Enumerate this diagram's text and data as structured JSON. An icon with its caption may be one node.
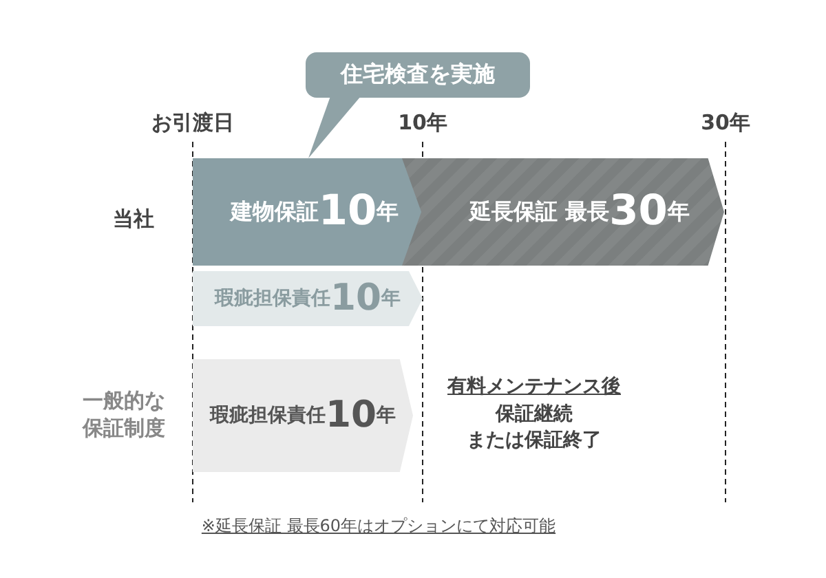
{
  "diagram": {
    "nodes": [
      {
        "text": [
          "住宅検査を実施"
        ]
      },
      {
        "text": [
          "建物保証10年"
        ]
      },
      {
        "text": [
          "延長保証 最長30年"
        ]
      },
      {
        "text": [
          "瑕疵担保責任10年"
        ]
      },
      {
        "text": [
          "瑕疵担保責任10年"
        ]
      }
    ],
    "edges": [],
    "labels": [
      "お引渡日",
      "10年",
      "30年",
      "当社",
      "一般的な保証制度",
      "有料メンテナンス後",
      "保証継続",
      "または保証終了",
      "※延長保証 最長60年はオプションにて対応可能"
    ]
  }
}
